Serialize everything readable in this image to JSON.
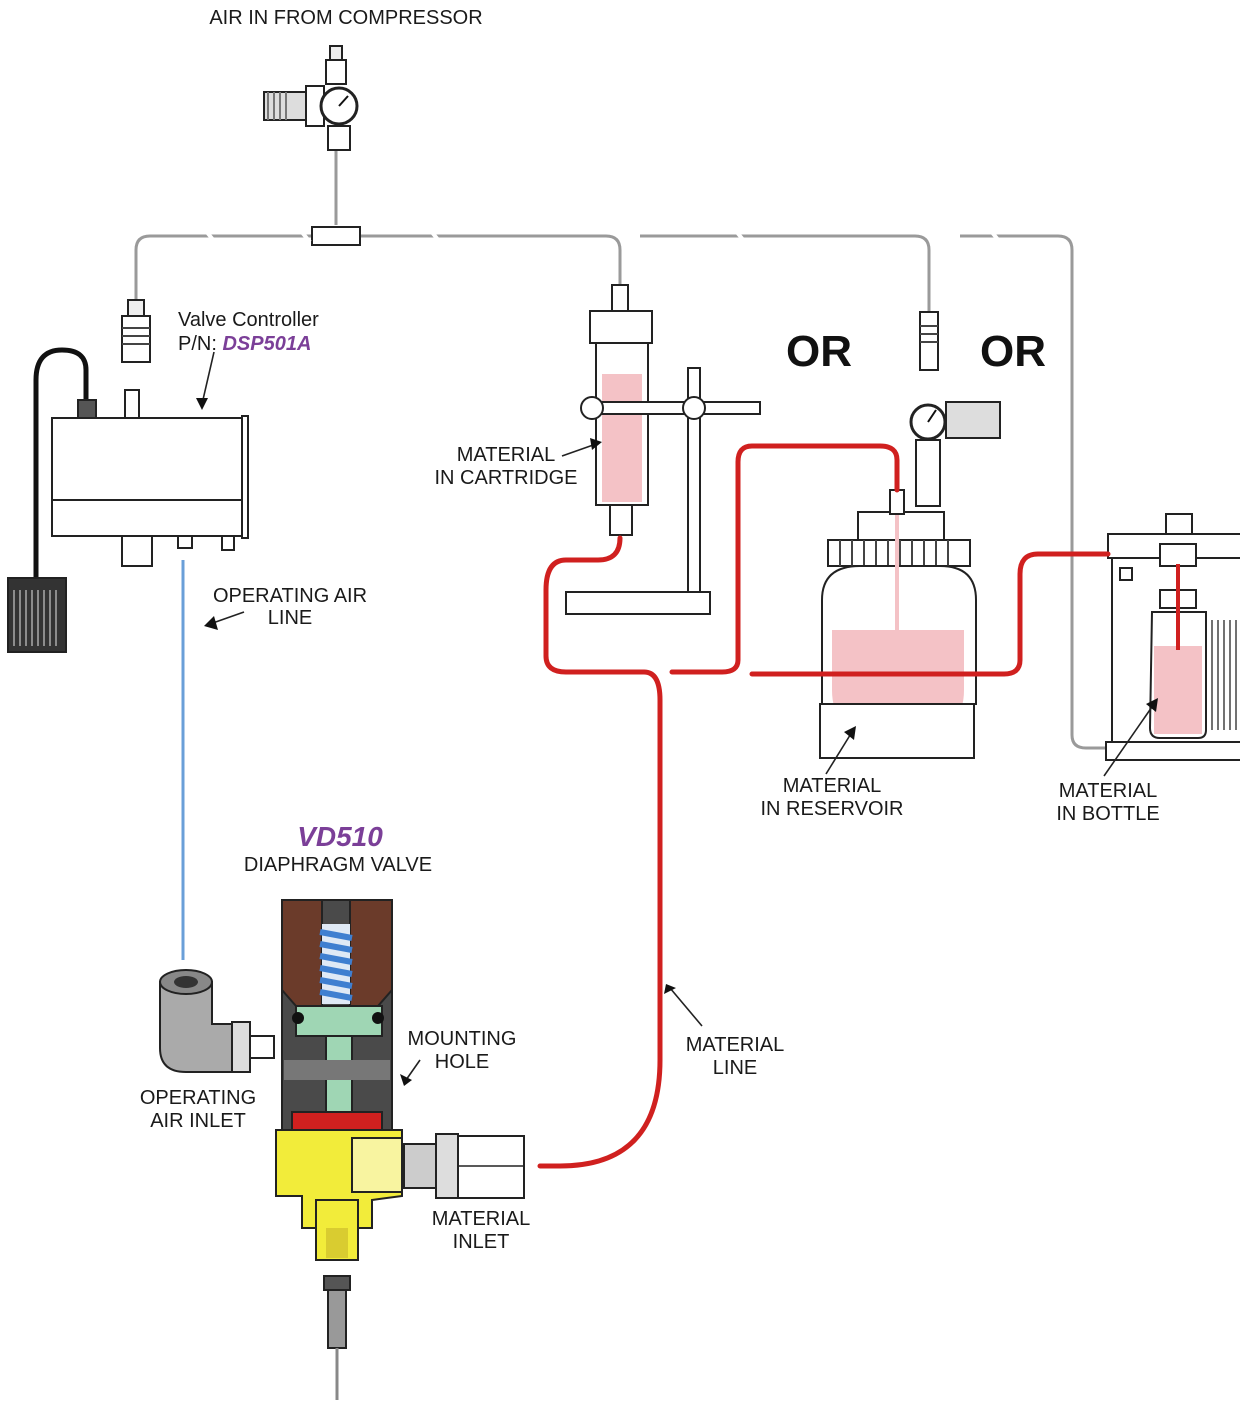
{
  "labels": {
    "air_in": "AIR IN FROM COMPRESSOR",
    "controller_name": "Valve Controller",
    "controller_pn_prefix": "P/N: ",
    "controller_pn": "DSP501A",
    "or_1": "OR",
    "or_2": "OR",
    "cartridge_1": "MATERIAL",
    "cartridge_2": "IN CARTRIDGE",
    "op_air_line_1": "OPERATING AIR",
    "op_air_line_2": "LINE",
    "reservoir_1": "MATERIAL",
    "reservoir_2": "IN RESERVOIR",
    "bottle_1": "MATERIAL",
    "bottle_2": "IN BOTTLE",
    "valve_model": "VD510",
    "valve_type": "DIAPHRAGM VALVE",
    "mounting_1": "MOUNTING",
    "mounting_2": "HOLE",
    "material_line_1": "MATERIAL",
    "material_line_2": "LINE",
    "op_air_inlet_1": "OPERATING",
    "op_air_inlet_2": "AIR INLET",
    "material_inlet_1": "MATERIAL",
    "material_inlet_2": "INLET"
  },
  "colors": {
    "accent_purple": "#7b3f98",
    "material_red": "#d0201f",
    "material_pink": "#f4c2c6",
    "air_line_blue": "#6a9fd8",
    "valve_brown": "#6b3b2a",
    "valve_yellow": "#f2ec3a",
    "valve_green": "#9fd6b4",
    "spring_blue": "#3f7fd0"
  }
}
